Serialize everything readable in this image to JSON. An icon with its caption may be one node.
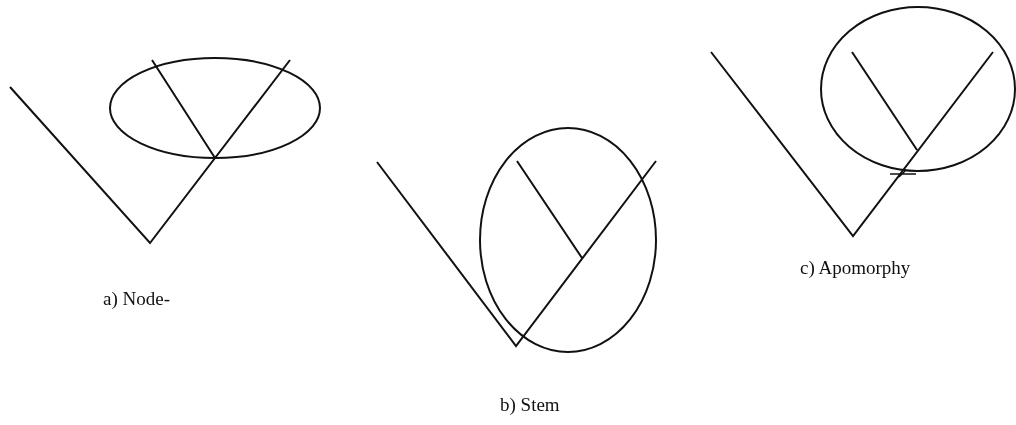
{
  "diagram": {
    "labels": [
      "a) Node-",
      "b) Stem",
      "c) Apomorphy"
    ]
  }
}
